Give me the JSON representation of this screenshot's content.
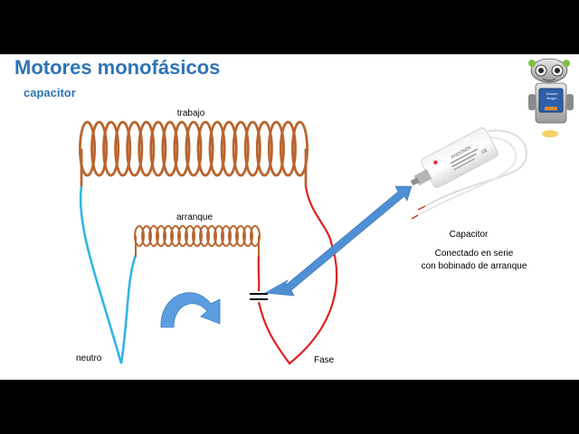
{
  "slide": {
    "title": "Motores monofásicos",
    "subtitle": "capacitor"
  },
  "labels": {
    "trabajo": "trabajo",
    "arranque": "arranque",
    "neutro": "neutro",
    "fase": "Fase",
    "capacitor": "Capacitor",
    "description_line1": "Conectado en serie",
    "description_line2": "con bobinado de arranque"
  },
  "capacitor_image": {
    "brand_text": "ANDOSEK",
    "symbol": "CE"
  },
  "robot_logo": {
    "screen_line1": "Darmin",
    "screen_line2": "Nugro"
  },
  "colors": {
    "title": "#2e74b5",
    "coil": "#b8652e",
    "neutral_wire": "#33b5e5",
    "phase_wire": "#e02020",
    "arrow": "#4f8fd4"
  },
  "icons": [
    "double-headed-arrow",
    "rotation-arrow-icon",
    "capacitor-symbol",
    "robot-mascot-icon"
  ]
}
